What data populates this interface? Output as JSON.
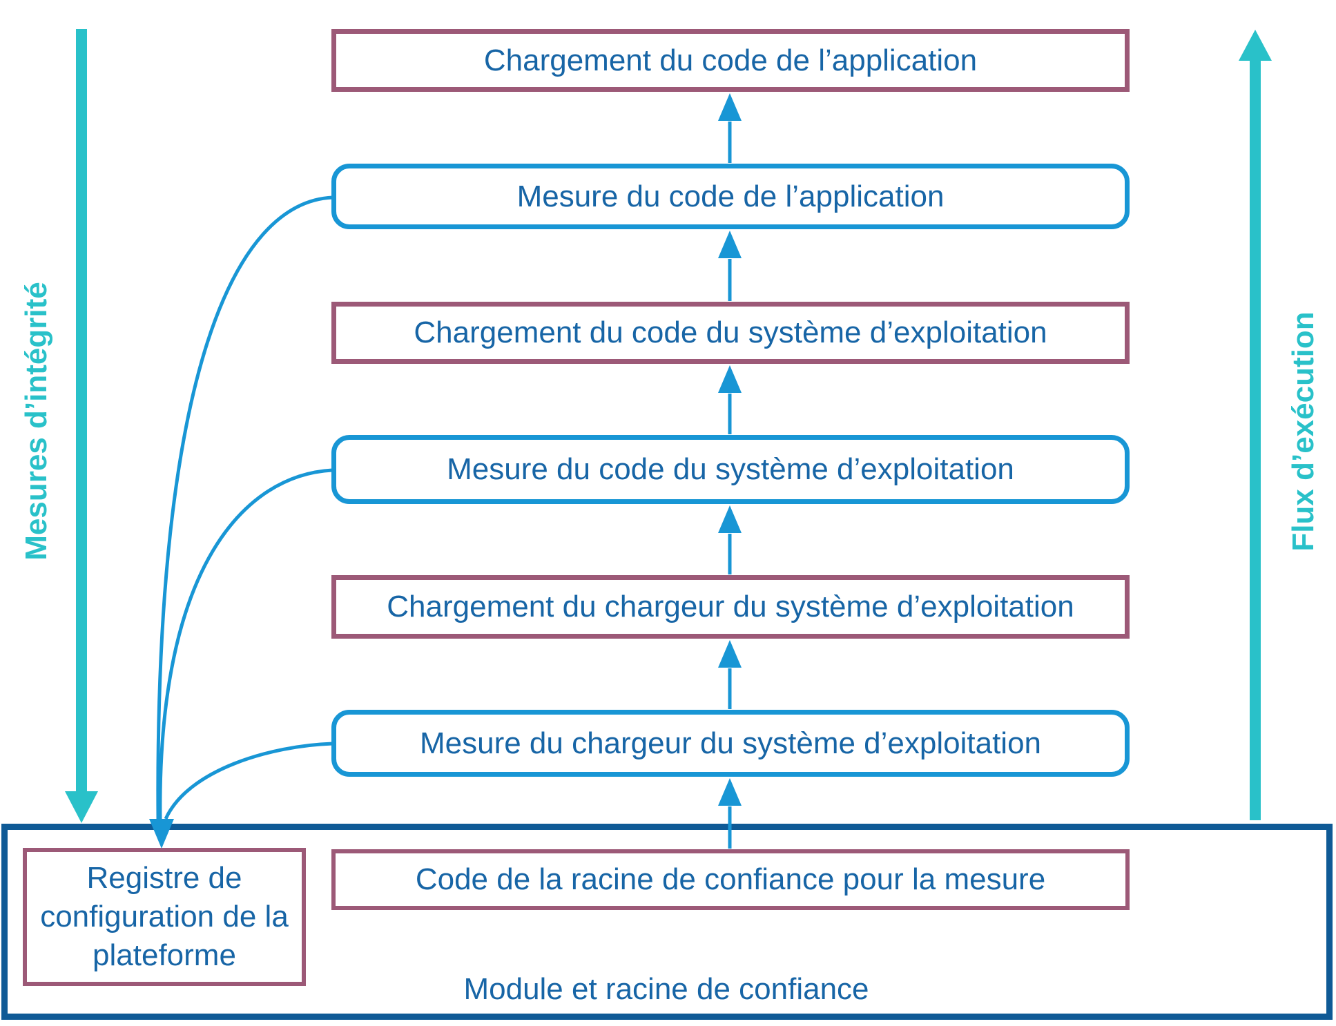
{
  "diagram": {
    "title_hidden": "",
    "colors": {
      "teal": "#29c1c9",
      "light_blue": "#1896d5",
      "maroon": "#9c5977",
      "container_blue": "#0f5a96",
      "text_blue": "#1765a6",
      "background": "#ffffff"
    },
    "side_labels": {
      "left": "Mesures d’intégrité",
      "right": "Flux d’exécution"
    },
    "chain_boxes": [
      {
        "label": "Chargement du code de l’application",
        "kind": "load"
      },
      {
        "label": "Mesure du code de l’application",
        "kind": "measure"
      },
      {
        "label": "Chargement du code du système d’exploitation",
        "kind": "load"
      },
      {
        "label": "Mesure du code du système d’exploitation",
        "kind": "measure"
      },
      {
        "label": "Chargement du chargeur du système d’exploitation",
        "kind": "load"
      },
      {
        "label": "Mesure du chargeur du système d’exploitation",
        "kind": "measure"
      }
    ],
    "trust_module": {
      "container_label": "Module et racine de confiance",
      "root_code_label": "Code de la racine de confiance pour la mesure",
      "pcr_label": "Registre de configuration de la plateforme"
    }
  }
}
